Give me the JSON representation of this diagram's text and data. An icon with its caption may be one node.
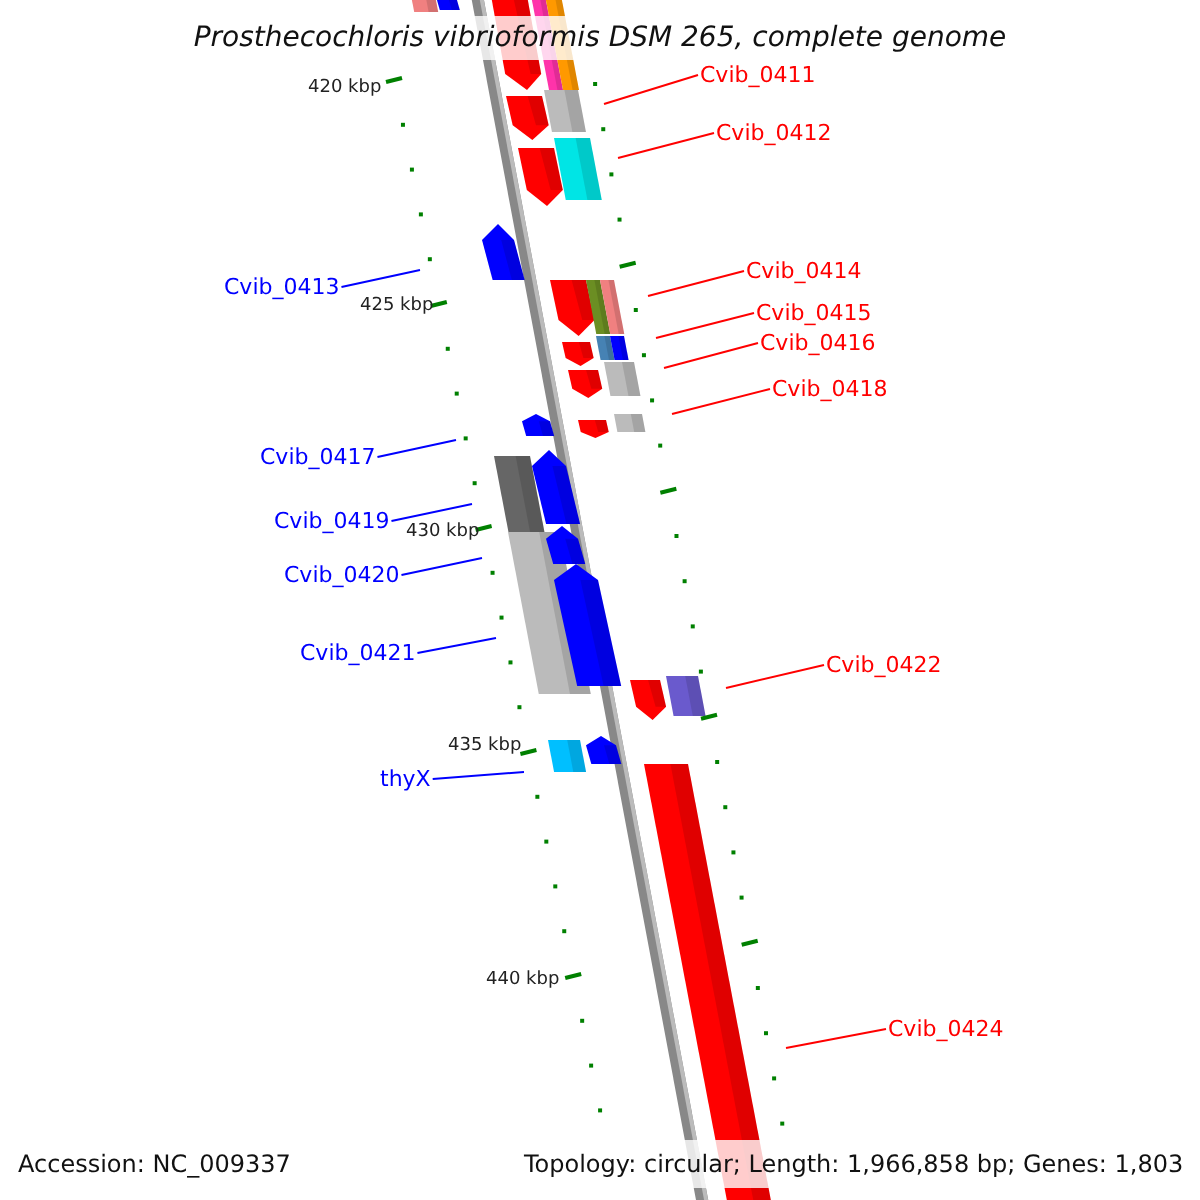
{
  "diagram": {
    "title": "Prosthecochloris vibrioformis DSM 265, complete genome",
    "nodes": [
      {
        "text": [
          "Cvib_0411"
        ]
      },
      {
        "text": [
          "Cvib_0412"
        ]
      },
      {
        "text": [
          "Cvib_0413"
        ]
      },
      {
        "text": [
          "Cvib_0414"
        ]
      },
      {
        "text": [
          "Cvib_0415"
        ]
      },
      {
        "text": [
          "Cvib_0416"
        ]
      },
      {
        "text": [
          "Cvib_0418"
        ]
      },
      {
        "text": [
          "Cvib_0417"
        ]
      },
      {
        "text": [
          "Cvib_0419"
        ]
      },
      {
        "text": [
          "Cvib_0420"
        ]
      },
      {
        "text": [
          "Cvib_0421"
        ]
      },
      {
        "text": [
          "Cvib_0422"
        ]
      },
      {
        "text": [
          "thyX"
        ]
      },
      {
        "text": [
          "Cvib_0424"
        ]
      }
    ],
    "edges": [
      {
        "from": 0,
        "to": null,
        "arrow": "none"
      },
      {
        "from": 1,
        "to": null,
        "arrow": "none"
      },
      {
        "from": 2,
        "to": null,
        "arrow": "none",
        "color": "#0000ff"
      },
      {
        "from": 3,
        "to": null,
        "arrow": "none"
      },
      {
        "from": 4,
        "to": null,
        "arrow": "none"
      },
      {
        "from": 5,
        "to": null,
        "arrow": "none"
      },
      {
        "from": 6,
        "to": null,
        "arrow": "none"
      },
      {
        "from": 7,
        "to": null,
        "arrow": "none",
        "color": "#0000ff"
      },
      {
        "from": 8,
        "to": null,
        "arrow": "none",
        "color": "#0000ff"
      },
      {
        "from": 9,
        "to": null,
        "arrow": "none",
        "color": "#0000ff"
      },
      {
        "from": 10,
        "to": null,
        "arrow": "none",
        "color": "#0000ff"
      },
      {
        "from": 11,
        "to": null,
        "arrow": "none"
      },
      {
        "from": 12,
        "to": null,
        "arrow": "none",
        "color": "#0000ff"
      },
      {
        "from": 13,
        "to": null,
        "arrow": "none"
      }
    ],
    "labels": [
      "420 kbp",
      "425 kbp",
      "430 kbp",
      "435 kbp",
      "440 kbp",
      "Accession: NC_009337",
      "Topology: circular; Length: 1,966,858 bp; Genes: 1,803"
    ]
  }
}
